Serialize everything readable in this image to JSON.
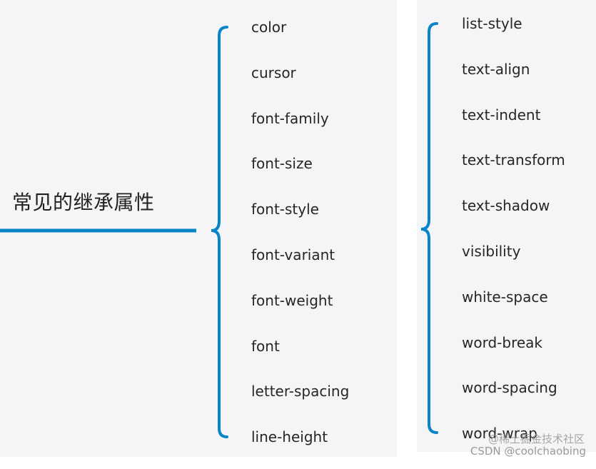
{
  "title": "常见的继承属性",
  "left_items": [
    "color",
    "cursor",
    "font-family",
    "font-size",
    "font-style",
    "font-variant",
    "font-weight",
    "font",
    "letter-spacing",
    "line-height"
  ],
  "right_items": [
    "list-style",
    "text-align",
    "text-indent",
    "text-transform",
    "text-shadow",
    "visibility",
    "white-space",
    "word-break",
    "word-spacing",
    "word-wrap"
  ],
  "watermark": {
    "line1": "@稀土掘金技术社区",
    "line2": "CSDN @coolchaobing"
  },
  "colors": {
    "connector": "#0a84c8",
    "bracket": "#0a84c8",
    "text": "#262626",
    "background_panel": "#f5f5f7"
  }
}
